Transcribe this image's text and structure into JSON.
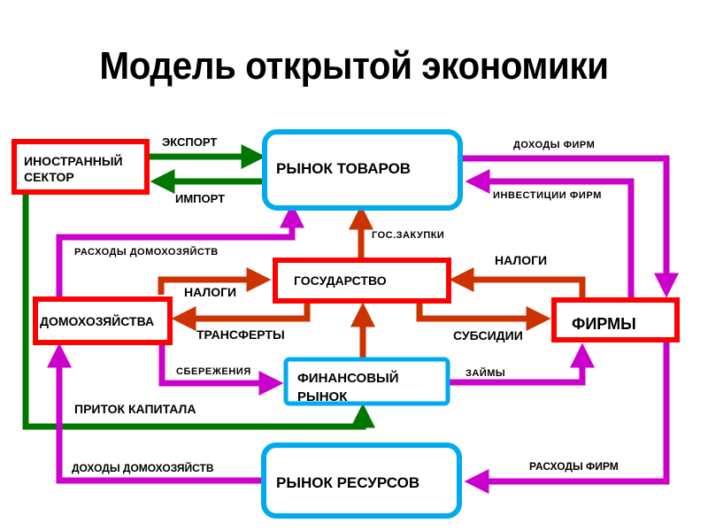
{
  "title": "Модель открытой экономики",
  "colors": {
    "goods_flow": "#cc00cc",
    "gov_flow": "#cc3300",
    "foreign_flow": "#007700",
    "red_box": "#ff0000",
    "blue_box": "#00aaee"
  },
  "nodes": {
    "foreign": {
      "line1": "ИНОСТРАННЫЙ",
      "line2": "СЕКТОР"
    },
    "goods_market": {
      "label": "РЫНОК ТОВАРОВ"
    },
    "government": {
      "label": "ГОСУДАРСТВО"
    },
    "households": {
      "label": "ДОМОХОЗЯЙСТВА"
    },
    "firms": {
      "label": "ФИРМЫ"
    },
    "financial_market": {
      "line1": "ФИНАНСОВЫЙ",
      "line2": "РЫНОК"
    },
    "resource_market": {
      "label": "РЫНОК РЕСУРСОВ"
    }
  },
  "flows": {
    "export": "ЭКСПОРТ",
    "import": "ИМПОРТ",
    "household_spending": "РАСХОДЫ ДОМОХОЗЯЙСТВ",
    "firm_revenue": "ДОХОДЫ ФИРМ",
    "firm_investment": "ИНВЕСТИЦИИ ФИРМ",
    "gov_purchases": "ГОС.ЗАКУПКИ",
    "taxes_households": "НАЛОГИ",
    "transfers": "ТРАНСФЕРТЫ",
    "taxes_firms": "НАЛОГИ",
    "subsidies": "СУБСИДИИ",
    "savings": "СБЕРЕЖЕНИЯ",
    "loans": "ЗАЙМЫ",
    "capital_inflow": "ПРИТОК КАПИТАЛА",
    "household_income": "ДОХОДЫ ДОМОХОЗЯЙСТВ",
    "firm_spending": "РАСХОДЫ ФИРМ"
  }
}
